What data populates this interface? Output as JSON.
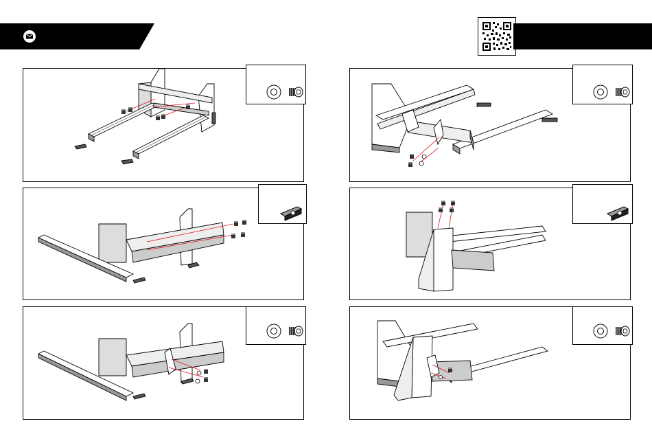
{
  "page": {
    "left_header_icon": "envelope-icon",
    "qr_icon": "qr-code-icon"
  },
  "steps": [
    {
      "id": 1,
      "inset_parts": [
        "washer-icon",
        "bolt-icon"
      ],
      "illustration": "side-plates-rails-assembly"
    },
    {
      "id": 2,
      "inset_parts": [
        "washer-icon",
        "bolt-icon"
      ],
      "illustration": "plate-to-rail-bolting"
    },
    {
      "id": 3,
      "inset_parts": [
        "t-nut-icon"
      ],
      "illustration": "crossbar-t-nuts"
    },
    {
      "id": 4,
      "inset_parts": [
        "t-nut-icon"
      ],
      "illustration": "upright-t-nuts"
    },
    {
      "id": 5,
      "inset_parts": [
        "washer-icon",
        "bolt-icon"
      ],
      "illustration": "crossbar-bracket-bolting"
    },
    {
      "id": 6,
      "inset_parts": [
        "washer-icon",
        "bolt-icon"
      ],
      "illustration": "upright-bracket-bolting"
    }
  ],
  "colors": {
    "ink": "#000000",
    "accent": "#e0141c",
    "metal": "#9a9a9a"
  }
}
